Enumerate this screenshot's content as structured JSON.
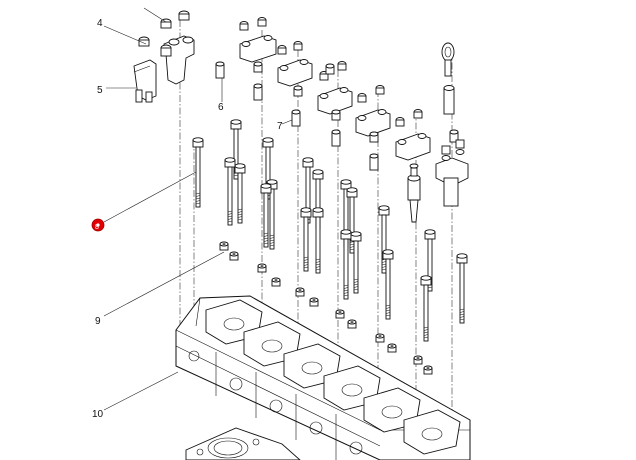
{
  "callouts": [
    {
      "id": "4",
      "text": "4"
    },
    {
      "id": "5",
      "text": "5"
    },
    {
      "id": "6",
      "text": "6"
    },
    {
      "id": "7",
      "text": "7"
    },
    {
      "id": "8",
      "text": "8"
    },
    {
      "id": "9",
      "text": "9"
    },
    {
      "id": "10",
      "text": "10"
    }
  ],
  "highlight_color": "#e00000",
  "line_color": "#111111"
}
